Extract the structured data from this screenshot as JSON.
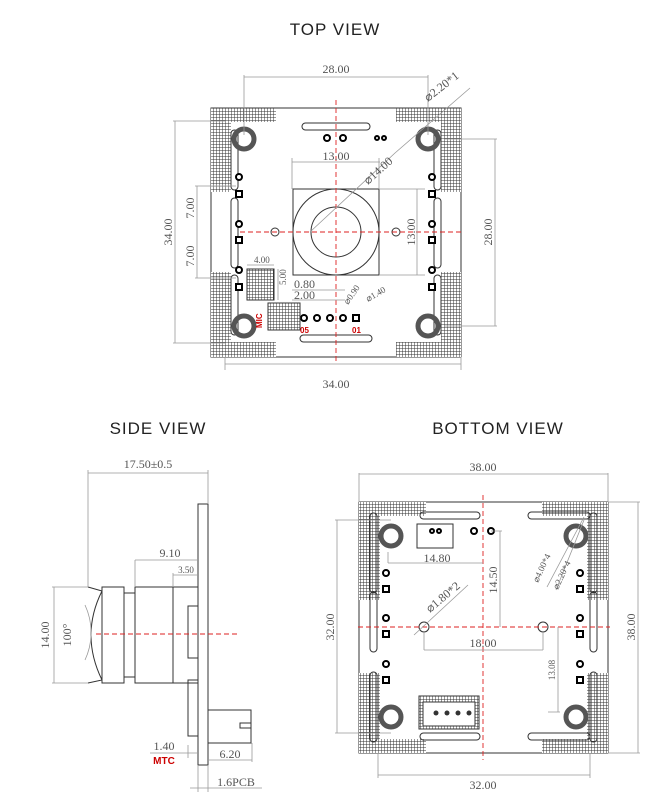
{
  "views": {
    "top": {
      "title": "TOP VIEW",
      "dims": {
        "top_width": "28.00",
        "hole": "⌀2.20*1",
        "lens_width": "13.00",
        "lens_diameter": "⌀14.00",
        "height_left": "34.00",
        "upper_offset": "7.00",
        "lower_offset": "7.00",
        "lens_height": "13.00",
        "right_height": "28.00",
        "chip_w": "4.00",
        "chip_h": "5.00",
        "pitch_a": "0.80",
        "pitch_b": "2.00",
        "pin_d": "⌀0.90",
        "pad_d": "⌀1.40",
        "bottom_width": "34.00"
      },
      "pin_labels": {
        "first": "01",
        "last": "05",
        "chip": "MIC"
      }
    },
    "side": {
      "title": "SIDE VIEW",
      "dims": {
        "total": "17.50±0.5",
        "body": "9.10",
        "holder": "3.50",
        "lens_h": "14.00",
        "angle": "100°",
        "mtc_gap": "1.40",
        "connector": "6.20",
        "pcb": "1.6PCB"
      },
      "mtc_label": "MTC"
    },
    "bottom": {
      "title": "BOTTOM  VIEW",
      "dims": {
        "top_width": "38.00",
        "offset_x": "14.80",
        "offset_y": "14.50",
        "hole_d": "⌀1.80*2",
        "mount_d": "⌀4.00*4",
        "hole2_d": "⌀2.20*4",
        "left_h": "32.00",
        "right_h": "38.00",
        "holes_span": "18.00",
        "conn_offset": "13.08",
        "bottom_width": "32.00"
      }
    }
  },
  "colors": {
    "centerline": "#dd2222",
    "outline": "#333333",
    "dimension": "#999999"
  }
}
